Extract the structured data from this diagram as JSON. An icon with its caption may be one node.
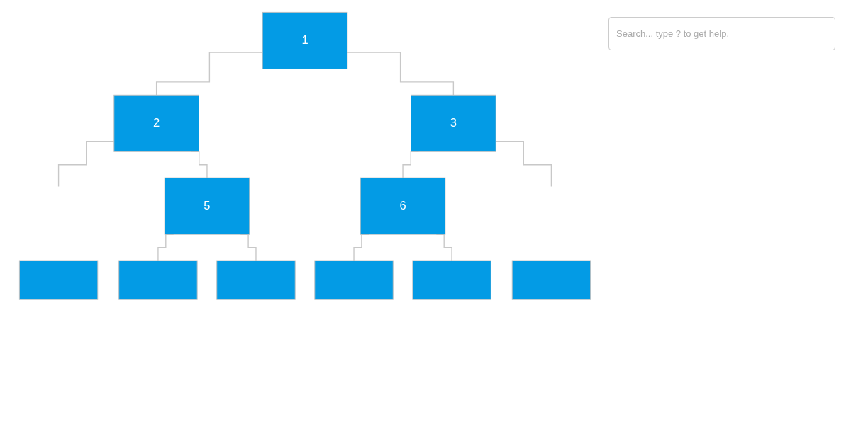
{
  "diagram": {
    "nodes": [
      {
        "text": [
          "1"
        ]
      },
      {
        "text": [
          "2"
        ]
      },
      {
        "text": [
          "3"
        ]
      },
      {
        "text": [
          "5"
        ]
      },
      {
        "text": [
          "6"
        ]
      },
      {
        "text": [],
        "shape": "box"
      },
      {
        "text": [],
        "shape": "box"
      },
      {
        "text": [],
        "shape": "box"
      },
      {
        "text": [],
        "shape": "box"
      },
      {
        "text": [],
        "shape": "box"
      },
      {
        "text": [],
        "shape": "box"
      }
    ],
    "edges": [
      {
        "from": 0,
        "to": 1,
        "arrow": "none"
      },
      {
        "from": 0,
        "to": 2,
        "arrow": "none"
      },
      {
        "from": 1,
        "to": null,
        "arrow": "none"
      },
      {
        "from": 1,
        "to": 3,
        "arrow": "none"
      },
      {
        "from": 2,
        "to": 4,
        "arrow": "none"
      },
      {
        "from": 2,
        "to": null,
        "arrow": "none"
      },
      {
        "from": 3,
        "to": 6,
        "arrow": "none"
      },
      {
        "from": 3,
        "to": 7,
        "arrow": "none"
      },
      {
        "from": 4,
        "to": 8,
        "arrow": "none"
      },
      {
        "from": 4,
        "to": 9,
        "arrow": "none"
      }
    ],
    "labels": [
      "Search... type ? to get help."
    ]
  }
}
